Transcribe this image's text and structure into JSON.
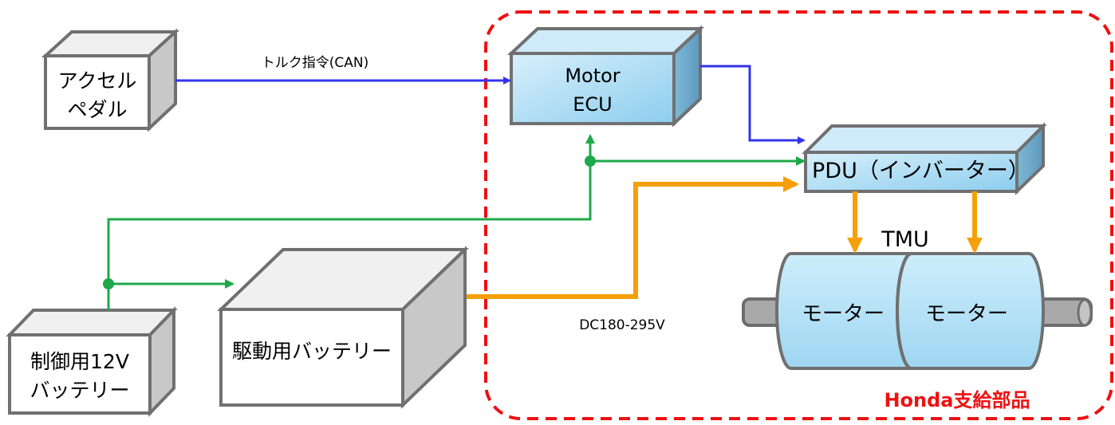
{
  "boxes": {
    "accel_pedal": {
      "line1": "アクセル",
      "line2": "ペダル"
    },
    "motor_ecu": {
      "line1": "Motor",
      "line2": "ECU"
    },
    "pdu": {
      "label": "PDU（インバーター）"
    },
    "drive_battery": {
      "label": "駆動用バッテリー"
    },
    "control_battery": {
      "line1": "制御用12V",
      "line2": "バッテリー"
    }
  },
  "tmu": {
    "label": "TMU",
    "motor_left": "モーター",
    "motor_right": "モーター"
  },
  "signals": {
    "torque_command": "トルク指令(CAN)",
    "dc_voltage": "DC180-295V"
  },
  "region": {
    "label": "Honda支給部品"
  },
  "colors": {
    "can_line": "#3333ee",
    "power_12v": "#1ea84a",
    "high_voltage": "#f5a00a",
    "honda_border": "#ee1111",
    "box_gray_stroke": "#707070",
    "box_blue_fill": "#b9e2f7"
  }
}
